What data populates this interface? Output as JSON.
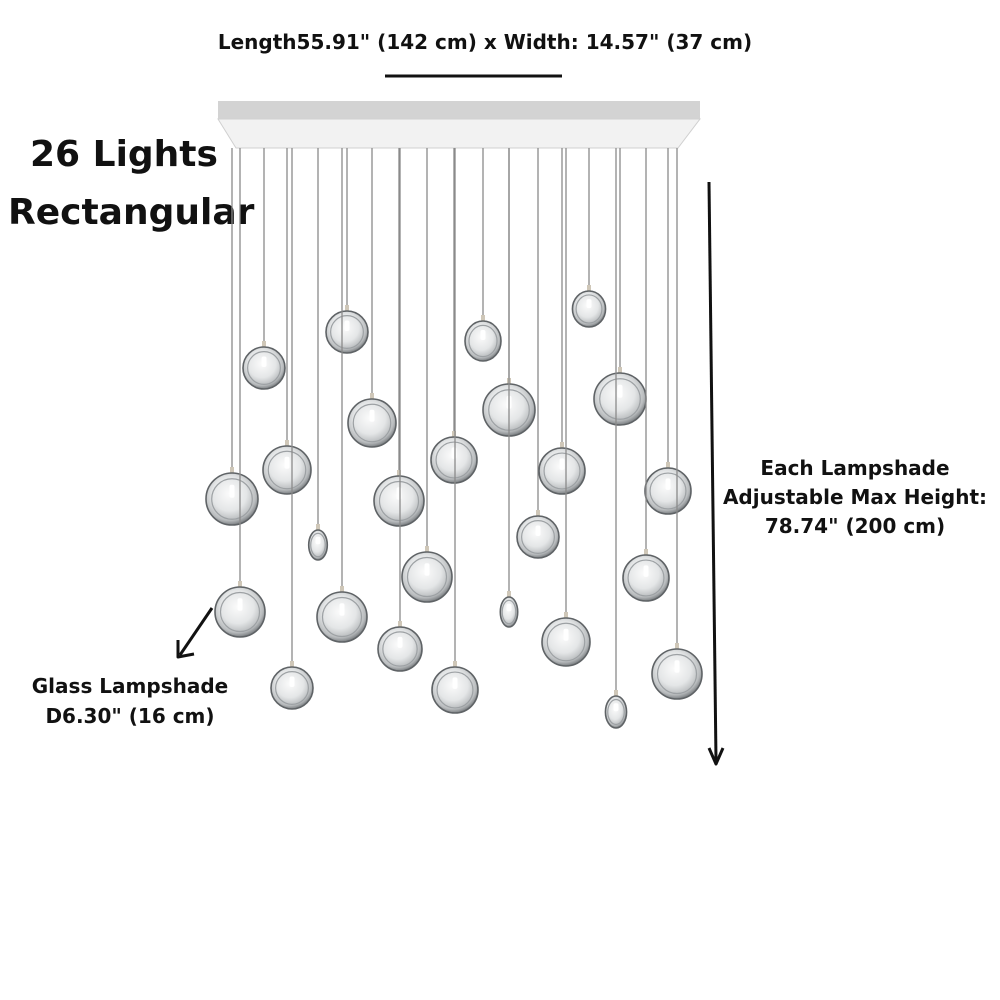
{
  "dimensions": {
    "overall": "Length55.91\" (142 cm) x Width: 14.57\" (37 cm)"
  },
  "product": {
    "count_line": "26  Lights",
    "shape_line": "Rectangular"
  },
  "height": {
    "line1": "Each Lampshade",
    "line2": "Adjustable Max Height:",
    "line3": "78.74\" (200 cm)"
  },
  "shade": {
    "line1": "Glass Lampshade",
    "line2": "D6.30\" (16 cm)"
  },
  "colors": {
    "text": "#111111",
    "canopy": "#c9c9c9",
    "wire": "#8a8a8a",
    "glass": "#dfe2e3"
  },
  "icons": [
    "arrow-down-icon",
    "arrow-diagonal-icon"
  ]
}
